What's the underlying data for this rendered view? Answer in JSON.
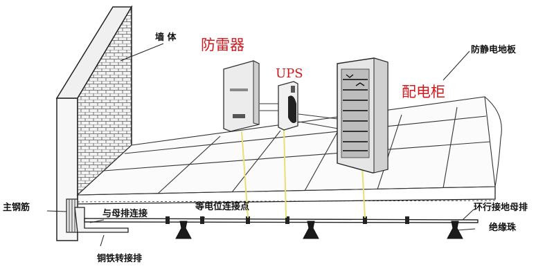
{
  "labels": {
    "wall": "墙 体",
    "surge_protector": "防雷器",
    "ups": "UPS",
    "distribution_cabinet": "配电柜",
    "antistatic_floor": "防静电地板",
    "main_rebar": "主钢筋",
    "busbar_connection": "与母排连接",
    "equipotential_point": "等电位连接点",
    "ring_ground_busbar": "环行接地母排",
    "insulator": "绝缘珠",
    "copper_iron_adapter": "铜铁转接排"
  },
  "colors": {
    "red_label": "#d0181c",
    "ground_wire": "#e8e070",
    "line": "#222222"
  }
}
